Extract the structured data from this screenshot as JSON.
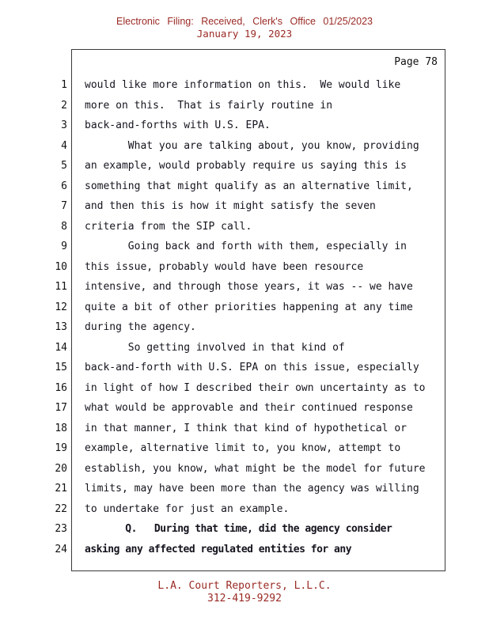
{
  "header": {
    "filing_line": "Electronic Filing: Received, Clerk's Office 01/25/2023",
    "date_line": "January 19, 2023"
  },
  "page_label": "Page 78",
  "transcript": {
    "lines": [
      {
        "num": 1,
        "text": "would like more information on this.  We would like",
        "bold": false
      },
      {
        "num": 2,
        "text": "more on this.  That is fairly routine in",
        "bold": false
      },
      {
        "num": 3,
        "text": "back-and-forths with U.S. EPA.",
        "bold": false
      },
      {
        "num": 4,
        "text": "       What you are talking about, you know, providing",
        "bold": false
      },
      {
        "num": 5,
        "text": "an example, would probably require us saying this is",
        "bold": false
      },
      {
        "num": 6,
        "text": "something that might qualify as an alternative limit,",
        "bold": false
      },
      {
        "num": 7,
        "text": "and then this is how it might satisfy the seven",
        "bold": false
      },
      {
        "num": 8,
        "text": "criteria from the SIP call.",
        "bold": false
      },
      {
        "num": 9,
        "text": "       Going back and forth with them, especially in",
        "bold": false
      },
      {
        "num": 10,
        "text": "this issue, probably would have been resource",
        "bold": false
      },
      {
        "num": 11,
        "text": "intensive, and through those years, it was -- we have",
        "bold": false
      },
      {
        "num": 12,
        "text": "quite a bit of other priorities happening at any time",
        "bold": false
      },
      {
        "num": 13,
        "text": "during the agency.",
        "bold": false
      },
      {
        "num": 14,
        "text": "       So getting involved in that kind of",
        "bold": false
      },
      {
        "num": 15,
        "text": "back-and-forth with U.S. EPA on this issue, especially",
        "bold": false
      },
      {
        "num": 16,
        "text": "in light of how I described their own uncertainty as to",
        "bold": false
      },
      {
        "num": 17,
        "text": "what would be approvable and their continued response",
        "bold": false
      },
      {
        "num": 18,
        "text": "in that manner, I think that kind of hypothetical or",
        "bold": false
      },
      {
        "num": 19,
        "text": "example, alternative limit to, you know, attempt to",
        "bold": false
      },
      {
        "num": 20,
        "text": "establish, you know, what might be the model for future",
        "bold": false
      },
      {
        "num": 21,
        "text": "limits, may have been more than the agency was willing",
        "bold": false
      },
      {
        "num": 22,
        "text": "to undertake for just an example.",
        "bold": false
      },
      {
        "num": 23,
        "text": "       Q.   During that time, did the agency consider",
        "bold": true
      },
      {
        "num": 24,
        "text": "asking any affected regulated entities for any",
        "bold": true
      }
    ]
  },
  "footer": {
    "company": "L.A. Court Reporters, L.L.C.",
    "phone": "312-419-9292"
  },
  "colors": {
    "stamp_red": "#9a2a25",
    "body_text": "#14141e",
    "border": "#3a3a3a"
  }
}
